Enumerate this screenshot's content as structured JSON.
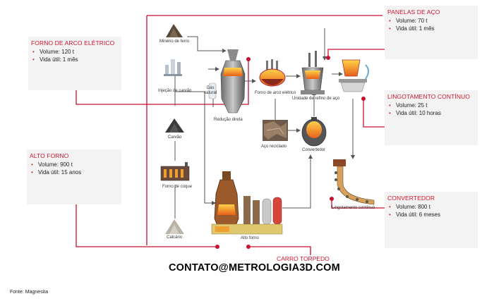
{
  "nodes": {
    "iron_ore": "Minério de ferro",
    "coal_injection": "Injeção de carvão",
    "natural_gas": "Gás natural",
    "direct_reduction": "Redução direta",
    "electric_furnace": "Forno de arco elétrico",
    "refining_unit": "Unidade de refino de aço",
    "coal": "Carvão",
    "recycled_steel": "Aço reciclado",
    "converter": "Convertedor",
    "coke_oven": "Forno de coque",
    "limestone": "Calcário",
    "blast_furnace": "Alto forno",
    "continuous_casting": "Lingotamento contínuo"
  },
  "boxes": {
    "arc_furnace": {
      "title": "FORNO DE ARCO ELÉTRICO",
      "volume": "Volume: 120 t",
      "life": "Vida útil: 1 mês"
    },
    "blast_furnace": {
      "title": "ALTO FORNO",
      "volume": "Volume: 900 t",
      "life": "Vida útil: 15 anos"
    },
    "ladles": {
      "title": "PANELAS DE AÇO",
      "volume": "Volume: 70 t",
      "life": "Vida útil: 1 mês"
    },
    "casting": {
      "title": "LINGOTAMENTO CONTÍNUO",
      "volume": "Volume: 25 t",
      "life": "Vida útil: 10 horas"
    },
    "converter": {
      "title": "CONVERTEDOR",
      "volume": "Volume: 800 t",
      "life": "Vida útil: 6 meses"
    }
  },
  "torpedo_label": "CARRO TORPEDO",
  "contact": "CONTATO@METROLOGIA3D.COM",
  "source": "Fonte: Magnesita",
  "colors": {
    "accent_red": "#c8102e",
    "box_bg": "#f3f3f3",
    "flow_line": "#555555",
    "molten": "#f08a1c"
  }
}
